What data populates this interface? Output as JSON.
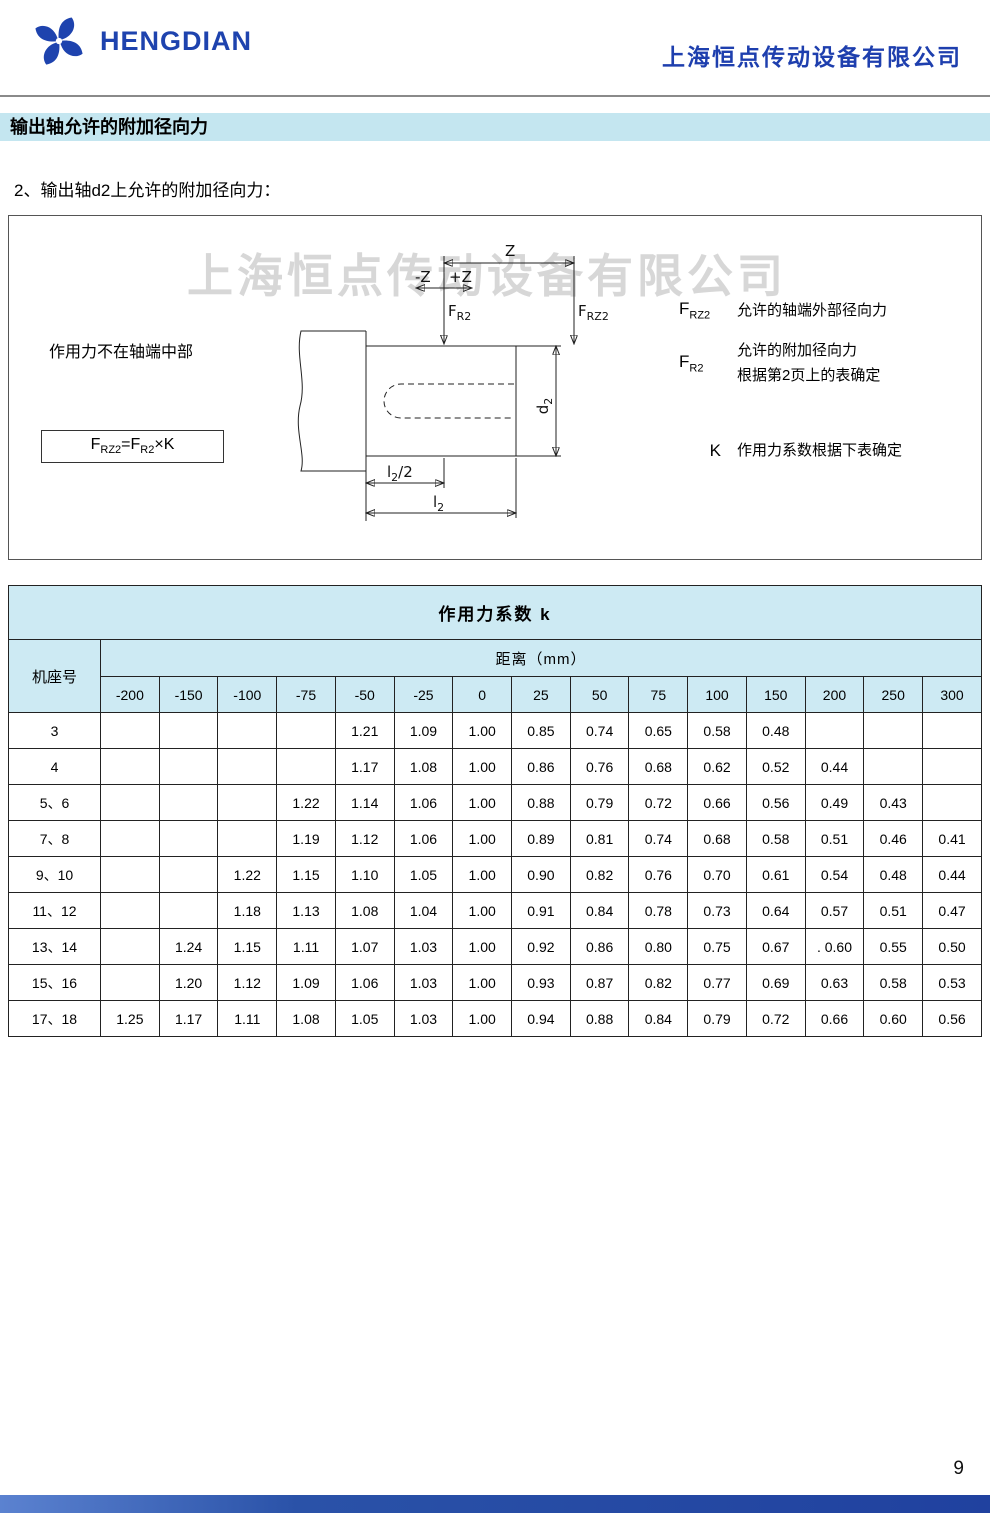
{
  "header": {
    "logo_text": "HENGDIAN",
    "company_name": "上海恒点传动设备有限公司"
  },
  "section_title": "输出轴允许的附加径向力",
  "subtitle": "2、输出轴d2上允许的附加径向力：",
  "diagram": {
    "watermark": "上海恒点传动设备有限公司",
    "note": "作用力不在轴端中部",
    "formula": {
      "lhs_base": "F",
      "lhs_sub": "RZ2",
      "mid": "=F",
      "mid_sub": "R2",
      "tail": "×K"
    },
    "labels": {
      "z": "Z",
      "minus_z": "-Z",
      "plus_z": "+Z",
      "fr2": {
        "base": "F",
        "sub": "R2"
      },
      "frz2": {
        "base": "F",
        "sub": "RZ2"
      },
      "d2": {
        "base": "d",
        "sub": "2"
      },
      "l2": {
        "base": "l",
        "sub": "2"
      },
      "l2_half_tail": "/2"
    },
    "legend": [
      {
        "symbol_base": "F",
        "symbol_sub": "RZ2",
        "lines": [
          "允许的轴端外部径向力"
        ]
      },
      {
        "symbol_base": "F",
        "symbol_sub": "R2",
        "lines": [
          "允许的附加径向力",
          "根据第2页上的表确定"
        ]
      },
      {
        "symbol_base": "K",
        "symbol_sub": "",
        "lines": [
          "作用力系数根据下表确定"
        ]
      }
    ]
  },
  "table": {
    "title": "作用力系数 k",
    "row_header": "机座号",
    "col_group_header": "距离（mm）",
    "distance_columns": [
      "-200",
      "-150",
      "-100",
      "-75",
      "-50",
      "-25",
      "0",
      "25",
      "50",
      "75",
      "100",
      "150",
      "200",
      "250",
      "300"
    ],
    "rows": [
      {
        "frame": "3",
        "values": [
          "",
          "",
          "",
          "",
          "1.21",
          "1.09",
          "1.00",
          "0.85",
          "0.74",
          "0.65",
          "0.58",
          "0.48",
          "",
          "",
          ""
        ]
      },
      {
        "frame": "4",
        "values": [
          "",
          "",
          "",
          "",
          "1.17",
          "1.08",
          "1.00",
          "0.86",
          "0.76",
          "0.68",
          "0.62",
          "0.52",
          "0.44",
          "",
          ""
        ]
      },
      {
        "frame": "5、6",
        "values": [
          "",
          "",
          "",
          "1.22",
          "1.14",
          "1.06",
          "1.00",
          "0.88",
          "0.79",
          "0.72",
          "0.66",
          "0.56",
          "0.49",
          "0.43",
          ""
        ]
      },
      {
        "frame": "7、8",
        "values": [
          "",
          "",
          "",
          "1.19",
          "1.12",
          "1.06",
          "1.00",
          "0.89",
          "0.81",
          "0.74",
          "0.68",
          "0.58",
          "0.51",
          "0.46",
          "0.41"
        ]
      },
      {
        "frame": "9、10",
        "values": [
          "",
          "",
          "1.22",
          "1.15",
          "1.10",
          "1.05",
          "1.00",
          "0.90",
          "0.82",
          "0.76",
          "0.70",
          "0.61",
          "0.54",
          "0.48",
          "0.44"
        ]
      },
      {
        "frame": "11、12",
        "values": [
          "",
          "",
          "1.18",
          "1.13",
          "1.08",
          "1.04",
          "1.00",
          "0.91",
          "0.84",
          "0.78",
          "0.73",
          "0.64",
          "0.57",
          "0.51",
          "0.47"
        ]
      },
      {
        "frame": "13、14",
        "values": [
          "",
          "1.24",
          "1.15",
          "1.11",
          "1.07",
          "1.03",
          "1.00",
          "0.92",
          "0.86",
          "0.80",
          "0.75",
          "0.67",
          ". 0.60",
          "0.55",
          "0.50"
        ]
      },
      {
        "frame": "15、16",
        "values": [
          "",
          "1.20",
          "1.12",
          "1.09",
          "1.06",
          "1.03",
          "1.00",
          "0.93",
          "0.87",
          "0.82",
          "0.77",
          "0.69",
          "0.63",
          "0.58",
          "0.53"
        ]
      },
      {
        "frame": "17、18",
        "values": [
          "1.25",
          "1.17",
          "1.11",
          "1.08",
          "1.05",
          "1.03",
          "1.00",
          "0.94",
          "0.88",
          "0.84",
          "0.79",
          "0.72",
          "0.66",
          "0.60",
          "0.56"
        ]
      }
    ]
  },
  "page_number": "9",
  "colors": {
    "brand_blue": "#1e43ae",
    "section_bar_bg": "#c4e6f0",
    "table_header_bg": "#cdeaf3",
    "bottom_bar_blue": "#20419f",
    "watermark_gray": "#d7d7d7"
  }
}
